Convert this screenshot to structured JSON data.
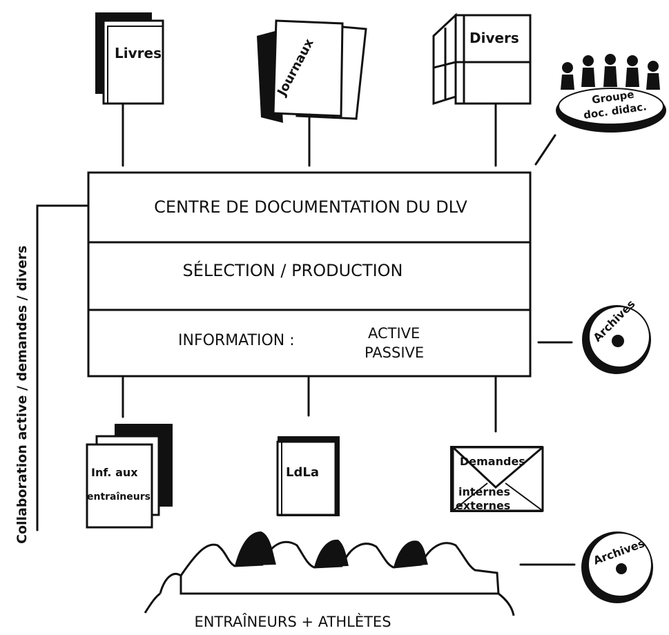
{
  "sources": {
    "books": "Livres",
    "newspapers": "Journaux",
    "misc": "Divers",
    "group_line1": "Groupe",
    "group_line2": "doc. didac."
  },
  "center": {
    "title": "CENTRE DE DOCUMENTATION DU DLV",
    "selection": "SÉLECTION / PRODUCTION",
    "information": "INFORMATION :",
    "active": "ACTIVE",
    "passive": "PASSIVE"
  },
  "side_label": "Collaboration active / demandes / divers",
  "archives": [
    "Archives",
    "Archives"
  ],
  "outputs": {
    "coaches_info_line1": "Inf. aux",
    "coaches_info_line2": "entraîneurs",
    "ldla": "LdLa",
    "requests": "Demandes",
    "internal": "internes",
    "external": "externes"
  },
  "audience": "ENTRAÎNEURS + ATHLÈTES"
}
